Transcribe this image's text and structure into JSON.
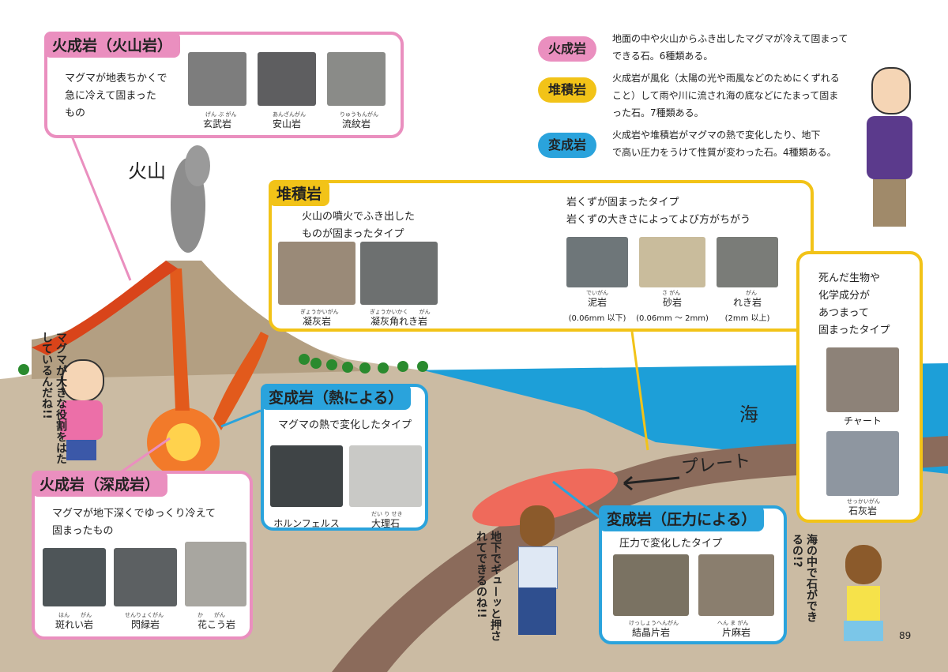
{
  "page_number": "89",
  "labels": {
    "volcano": "火山",
    "sea": "海",
    "plate": "プレート"
  },
  "legend": [
    {
      "label": "火成岩",
      "color": "#ea8fbf",
      "text": [
        "地面の中や火山からふき出したマグマが冷えて固まって",
        "できる石。6種類ある。"
      ]
    },
    {
      "label": "堆積岩",
      "color": "#f2c318",
      "text": [
        "火成岩が風化（太陽の光や雨風などのためにくずれる",
        "こと）して雨や川に流され海の底などにたまって固ま",
        "った石。7種類ある。"
      ]
    },
    {
      "label": "変成岩",
      "color": "#2aa3dc",
      "text": [
        "火成岩や堆積岩がマグマの熱で変化したり、地下",
        "で高い圧力をうけて性質が変わった石。4種類ある。"
      ]
    }
  ],
  "volcanic": {
    "title": "火成岩（火山岩）",
    "desc": [
      "マグマが地表ちかくで",
      "急に冷えて固まった",
      "もの"
    ],
    "rocks": [
      {
        "name": "玄武岩",
        "ruby": "げん ぶ がん",
        "icon": "basalt-photo"
      },
      {
        "name": "安山岩",
        "ruby": "あんざんがん",
        "icon": "andesite-photo"
      },
      {
        "name": "流紋岩",
        "ruby": "りゅうもんがん",
        "icon": "rhyolite-photo"
      }
    ]
  },
  "plutonic": {
    "title": "火成岩（深成岩）",
    "desc": [
      "マグマが地下深くでゆっくり冷えて",
      "固まったもの"
    ],
    "rocks": [
      {
        "name": "斑れい岩",
        "ruby": "はん　　がん",
        "icon": "gabbro-photo"
      },
      {
        "name": "閃緑岩",
        "ruby": "せんりょくがん",
        "icon": "diorite-photo"
      },
      {
        "name": "花こう岩",
        "ruby": "か　　がん",
        "icon": "granite-photo"
      }
    ]
  },
  "sedimentary": {
    "title": "堆積岩",
    "left_desc": [
      "火山の噴火でふき出した",
      "ものが固まったタイプ"
    ],
    "left_rocks": [
      {
        "name": "凝灰岩",
        "ruby": "ぎょうかいがん",
        "icon": "tuff-photo"
      },
      {
        "name": "凝灰角れき岩",
        "ruby": "ぎょうかいかく　　がん",
        "icon": "tuff-breccia-photo"
      }
    ],
    "right_desc": [
      "岩くずが固まったタイプ",
      "岩くずの大きさによってよび方がちがう"
    ],
    "right_rocks": [
      {
        "name": "泥岩",
        "ruby": "でいがん",
        "size": "(0.06mm 以下)",
        "icon": "mudstone-photo"
      },
      {
        "name": "砂岩",
        "ruby": "さ がん",
        "size": "(0.06mm ～ 2mm)",
        "icon": "sandstone-photo"
      },
      {
        "name": "れき岩",
        "ruby": "がん",
        "size": "(2mm 以上)",
        "icon": "conglomerate-photo"
      }
    ],
    "organic_desc": [
      "死んだ生物や",
      "化学成分が",
      "あつまって",
      "固まったタイプ"
    ],
    "organic_rocks": [
      {
        "name": "チャート",
        "ruby": "",
        "icon": "chert-photo"
      },
      {
        "name": "石灰岩",
        "ruby": "せっかいがん",
        "icon": "limestone-photo"
      }
    ]
  },
  "metamorphic_heat": {
    "title": "変成岩（熱による）",
    "desc": "マグマの熱で変化したタイプ",
    "rocks": [
      {
        "name": "ホルンフェルス",
        "ruby": "",
        "icon": "hornfels-photo"
      },
      {
        "name": "大理石",
        "ruby": "だい り せき",
        "icon": "marble-photo"
      }
    ]
  },
  "metamorphic_pressure": {
    "title": "変成岩（圧力による）",
    "desc": "圧力で変化したタイプ",
    "rocks": [
      {
        "name": "結晶片岩",
        "ruby": "けっしょうへんがん",
        "icon": "crystalline-schist-photo"
      },
      {
        "name": "片麻岩",
        "ruby": "へん ま がん",
        "icon": "gneiss-photo"
      }
    ]
  },
  "speech": {
    "boy": "マグマが大きな役割をはたしているんだね!!",
    "woman": "地下でギューッと押されてできるのね!!",
    "girl": "海の中で石ができるの!?"
  }
}
